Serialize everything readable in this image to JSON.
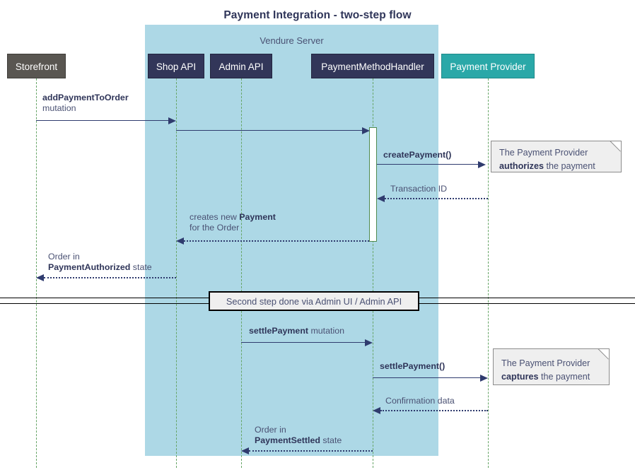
{
  "title": "Payment Integration - two-step flow",
  "group": {
    "label": "Vendure Server",
    "color": "#ADD8E6"
  },
  "participants": [
    {
      "name": "storefront",
      "label": "Storefront",
      "color": "#595651"
    },
    {
      "name": "shop-api",
      "label": "Shop API",
      "color": "#323659"
    },
    {
      "name": "admin-api",
      "label": "Admin API",
      "color": "#323659"
    },
    {
      "name": "payment-method-handler",
      "label": "PaymentMethodHandler",
      "color": "#323659"
    },
    {
      "name": "payment-provider",
      "label": "Payment Provider",
      "color": "#2AA8A8"
    }
  ],
  "messages": [
    {
      "name": "add-payment-to-order",
      "line1": "addPaymentToOrder",
      "line1_bold": true,
      "line2": "mutation"
    },
    {
      "name": "shop-api-to-handler",
      "line1": "",
      "line2": ""
    },
    {
      "name": "create-payment",
      "line1": "createPayment()",
      "line1_bold": true,
      "line2": ""
    },
    {
      "name": "transaction-id",
      "line1": "Transaction ID",
      "line1_bold": false,
      "line2": ""
    },
    {
      "name": "creates-new-payment",
      "line1": "creates new ",
      "line1_bold_part": "Payment",
      "line2": "for the Order"
    },
    {
      "name": "order-payment-authorized",
      "line1": "Order in",
      "line2_bold_part": "PaymentAuthorized",
      "line2_tail": " state"
    },
    {
      "name": "settle-payment-mutation",
      "line1_bold_part": "settlePayment",
      "line1_tail": " mutation"
    },
    {
      "name": "settle-payment-call",
      "line1": "settlePayment()",
      "line1_bold": true
    },
    {
      "name": "confirmation-data",
      "line1": "Confirmation data",
      "line1_bold": false
    },
    {
      "name": "order-payment-settled",
      "line1": "Order in",
      "line2_bold_part": "PaymentSettled",
      "line2_tail": " state"
    }
  ],
  "notes": [
    {
      "name": "note-authorizes",
      "line1": "The Payment Provider",
      "line2_bold": "authorizes",
      "line2_tail": " the payment"
    },
    {
      "name": "note-captures",
      "line1": "The Payment Provider",
      "line2_bold": "captures",
      "line2_tail": " the payment"
    }
  ],
  "divider": {
    "label": "Second step done via Admin UI / Admin API"
  }
}
